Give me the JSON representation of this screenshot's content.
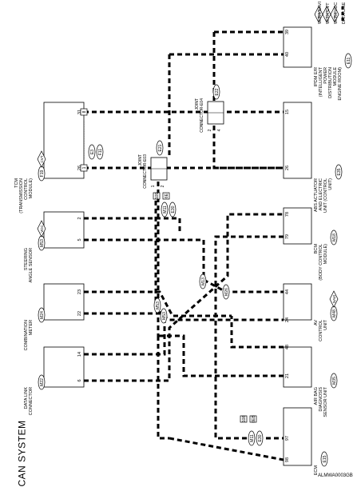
{
  "title": "CAN SYSTEM",
  "reference": "ALMWA0003GB",
  "legend": [
    {
      "badge": "NAVI",
      "text": "WITH NAVI"
    },
    {
      "badge": "CVT",
      "text": "WITH CVT"
    },
    {
      "badge": "VDC",
      "text": "WITH VDC"
    },
    {
      "badge": "",
      "text": "DATA LINE"
    }
  ],
  "left_modules": [
    {
      "key": "tcm",
      "lines": [
        "TCM",
        "(TRANSMISSION",
        "CONTROL",
        "MODULE)"
      ],
      "code": "F19",
      "tag": "CVT",
      "pins": [
        "26",
        "31"
      ]
    },
    {
      "key": "steering",
      "lines": [
        "STEERING",
        "ANGLE SENSOR"
      ],
      "code": "M53",
      "tag": "VDC",
      "pins": [
        "5",
        "2"
      ]
    },
    {
      "key": "combination",
      "lines": [
        "COMBINATION",
        "METER"
      ],
      "code": "M24",
      "tag": "",
      "pins": [
        "22",
        "23"
      ]
    },
    {
      "key": "dlc",
      "lines": [
        "DATA LINK",
        "CONNECTOR"
      ],
      "code": "M22",
      "tag": "",
      "pins": [
        "6",
        "14"
      ]
    }
  ],
  "right_modules": [
    {
      "key": "ipdm",
      "lines": [
        "IPDM E/R",
        "(INTELLIGENT",
        "POWER",
        "DISTRIBUTION",
        "MODULE",
        "ENGINE ROOM)"
      ],
      "code": "E11",
      "tag": "",
      "pins": [
        "40",
        "39"
      ]
    },
    {
      "key": "abs",
      "lines": [
        "ABS ACTUATOR",
        "AND ELECTRIC",
        "UNIT (CONTROL",
        "UNIT)"
      ],
      "code": "E35",
      "tag": "",
      "pins": [
        "26",
        "15"
      ]
    },
    {
      "key": "bcm",
      "lines": [
        "BCM",
        "(BODY CONTROL",
        "MODULE)"
      ],
      "code": "M18",
      "tag": "",
      "pins": [
        "79",
        "78"
      ]
    },
    {
      "key": "av",
      "lines": [
        "AV",
        "CONTROL",
        "UNIT"
      ],
      "code": "M48",
      "tag": "NAVI",
      "pins": [
        "24",
        "44"
      ]
    },
    {
      "key": "airbag",
      "lines": [
        "AIR BAG",
        "DIAGNOSIS",
        "SENSOR UNIT"
      ],
      "code": "M35",
      "tag": "",
      "pins": [
        "21",
        "48"
      ]
    },
    {
      "key": "ecm",
      "lines": [
        "ECM"
      ],
      "code": "E15",
      "tag": "",
      "pins": [
        "98",
        "97"
      ]
    }
  ],
  "joint_connectors": [
    {
      "key": "e03",
      "lines": [
        "JOINT",
        "CONNECTOR-E03"
      ],
      "code": "E21",
      "pins": [
        "1",
        "2"
      ]
    },
    {
      "key": "e04",
      "lines": [
        "JOINT",
        "CONNECTOR-E04"
      ],
      "code": "E22",
      "pins": [
        "2",
        "4"
      ]
    }
  ],
  "inline_connectors": [
    {
      "key": "tcm",
      "terminals": [
        "8",
        "1"
      ],
      "codes": [
        "E3",
        "F11"
      ]
    },
    {
      "key": "harness",
      "terminals": [
        "109",
        "6E"
      ],
      "codes": [
        "M11",
        "E30"
      ]
    },
    {
      "key": "ecm",
      "terminals": [
        "108",
        "6EB"
      ],
      "codes": [
        "M11",
        "E30"
      ]
    }
  ],
  "harness_tags": [
    "M53",
    "M13",
    "M26",
    "M53"
  ]
}
